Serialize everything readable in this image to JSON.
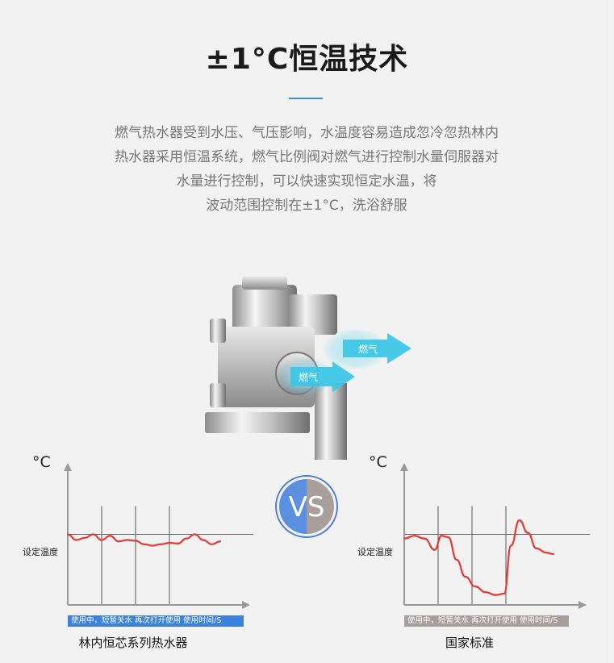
{
  "page": {
    "title": "±1°C恒温技术",
    "description_lines": [
      "燃气热水器受到水压、气压影响，水温度容易造成忽冷忽热林内",
      "热水器采用恒温系统，燃气比例阀对燃气进行控制水量伺服器对",
      "水量进行控制，可以快速实现恒定水温，将",
      "波动范围控制在±1°C，洗浴舒服"
    ],
    "accent_color": "#3a8fd9"
  },
  "valve": {
    "arrow_labels": [
      "燃气",
      "燃气"
    ],
    "arrow_color": "#39c6e6"
  },
  "vs": {
    "text": "VS",
    "left_color": "#5b8fe0",
    "right_color": "#a89f9c"
  },
  "chart_data": [
    {
      "type": "line",
      "title": "林内恒芯系列热水器",
      "ylabel": "°C",
      "xlabel": "使用中，短暂关水 再次打开使用  使用时间/S",
      "yticks": [
        "设定温度"
      ],
      "x_range": [
        0,
        10
      ],
      "y_range": [
        0,
        10
      ],
      "set_temperature": 5,
      "grid_x": [
        2,
        4,
        6
      ],
      "grid_on": true,
      "series": [
        {
          "color": "#e53935",
          "x": [
            0,
            0.5,
            1,
            1.5,
            2,
            2.5,
            3,
            3.5,
            4,
            4.5,
            5,
            5.5,
            6,
            6.5,
            7,
            7.5,
            8,
            8.5,
            9
          ],
          "y": [
            5,
            4.6,
            4.75,
            5.0,
            4.6,
            4.9,
            4.5,
            4.6,
            4.55,
            4.3,
            4.2,
            4.3,
            4.4,
            4.35,
            4.7,
            5.0,
            4.6,
            4.3,
            4.5
          ]
        }
      ],
      "bar_color": "#3b82e0"
    },
    {
      "type": "line",
      "title": "国家标准",
      "ylabel": "°C",
      "xlabel": "使用中，短暂关水 再次打开使用  使用时间/S",
      "yticks": [
        "设定温度"
      ],
      "x_range": [
        0,
        10
      ],
      "y_range": [
        0,
        10
      ],
      "set_temperature": 5,
      "grid_x": [
        2,
        4,
        6
      ],
      "grid_on": true,
      "series": [
        {
          "color": "#e53935",
          "x": [
            0,
            0.6,
            1.2,
            1.8,
            2.2,
            2.6,
            3.1,
            3.6,
            4.2,
            4.8,
            5.4,
            5.9,
            6.3,
            6.8,
            7.3,
            7.8,
            8.4,
            8.8
          ],
          "y": [
            4.7,
            4.9,
            4.7,
            3.9,
            4.9,
            4.8,
            3.2,
            2.0,
            1.3,
            0.9,
            0.7,
            0.8,
            4.2,
            6.0,
            5.1,
            4.0,
            3.7,
            3.6
          ]
        }
      ],
      "bar_color": "#a89f9c"
    }
  ]
}
